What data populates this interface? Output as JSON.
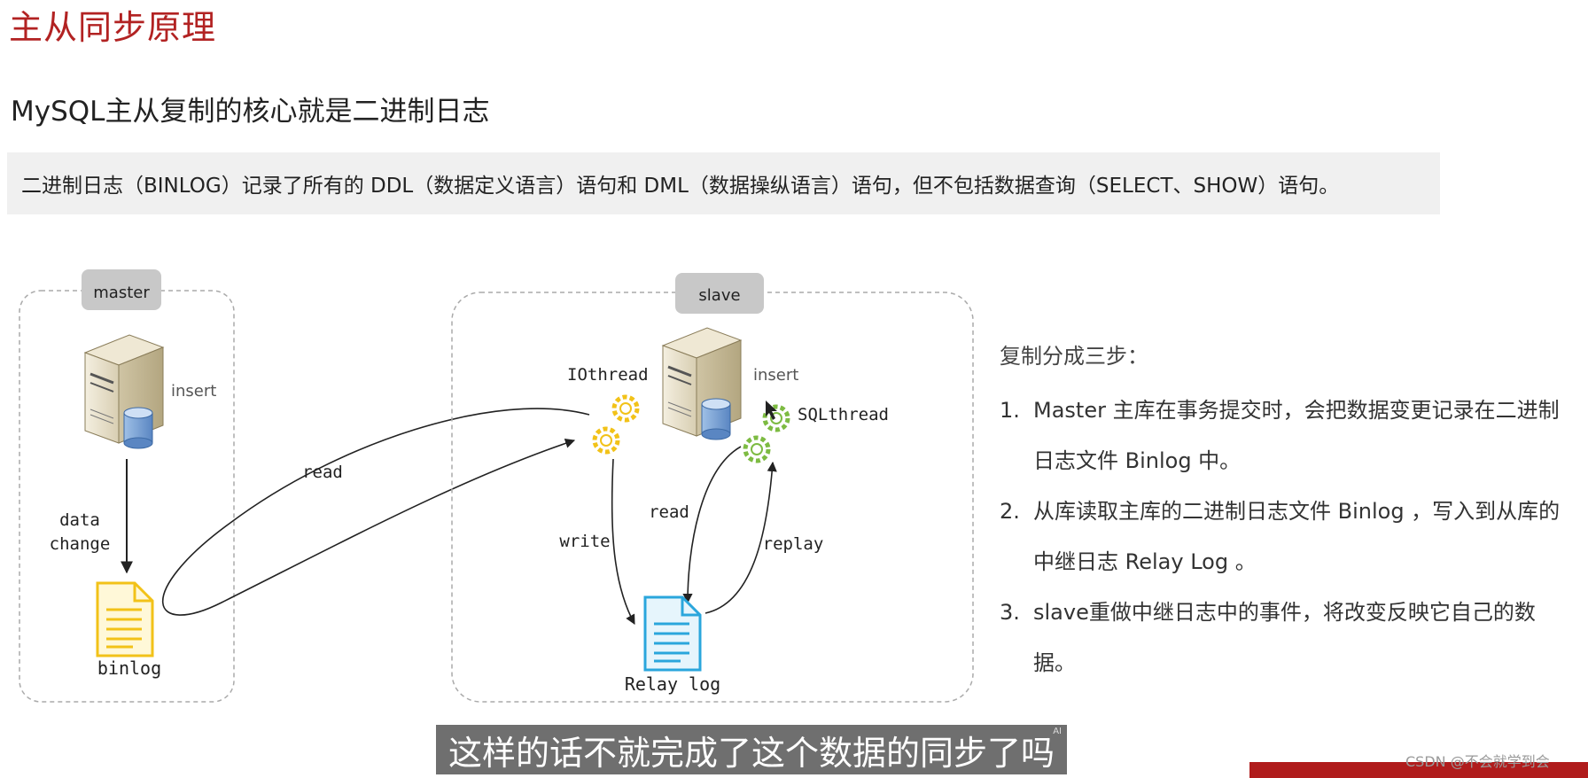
{
  "page": {
    "title": "主从同步原理",
    "subtitle": "MySQL主从复制的核心就是二进制日志",
    "note": "二进制日志（BINLOG）记录了所有的 DDL（数据定义语言）语句和 DML（数据操纵语言）语句，但不包括数据查询（SELECT、SHOW）语句。"
  },
  "diagram": {
    "master": {
      "label": "master",
      "server_label": "insert",
      "arrow_label_line1": "data",
      "arrow_label_line2": "change",
      "file_label": "binlog"
    },
    "slave": {
      "label": "slave",
      "server_label": "insert",
      "io_thread": "IOthread",
      "sql_thread": "SQLthread",
      "write_label": "write",
      "read_label": "read",
      "replay_label": "replay",
      "file_label": "Relay log"
    },
    "cross_read_label": "read",
    "colors": {
      "title": "#b22222",
      "box_border": "#aaaaaa",
      "tag_bg": "#c8c8c8",
      "binlog_file": "#f2c218",
      "relay_file": "#2aa6dc",
      "io_gear": "#f2c218",
      "sql_gear": "#7dbb42"
    }
  },
  "steps": {
    "heading": "复制分成三步：",
    "items": [
      {
        "num": "1.",
        "text": "Master 主库在事务提交时，会把数据变更记录在二进制日志文件 Binlog 中。"
      },
      {
        "num": "2.",
        "text": "从库读取主库的二进制日志文件 Binlog ，写入到从库的中继日志 Relay Log 。"
      },
      {
        "num": "3.",
        "text": "slave重做中继日志中的事件，将改变反映它自己的数据。"
      }
    ]
  },
  "caption": {
    "text": "这样的话不就完成了这个数据的同步了吗",
    "ai_tag": "AI"
  },
  "watermark": "CSDN @不会就学到会"
}
